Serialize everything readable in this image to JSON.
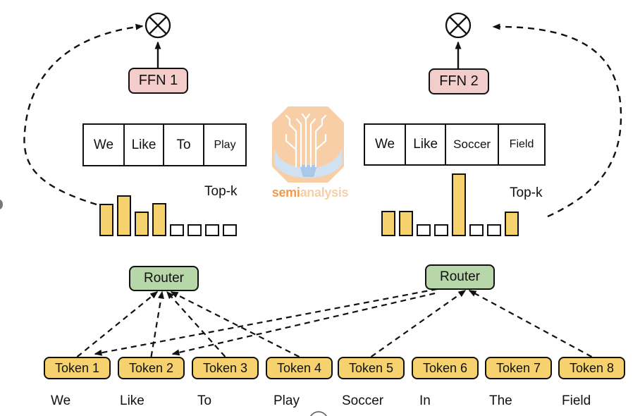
{
  "experts": [
    {
      "ffn_label": "FFN 1",
      "context_tokens": [
        "We",
        "Like",
        "To",
        "Play"
      ],
      "topk_label": "Top-k",
      "router_label": "Router",
      "gate_bars": [
        {
          "h": 46,
          "filled": true
        },
        {
          "h": 58,
          "filled": true
        },
        {
          "h": 35,
          "filled": true
        },
        {
          "h": 47,
          "filled": true
        },
        {
          "h": 17,
          "filled": false
        },
        {
          "h": 17,
          "filled": false
        },
        {
          "h": 17,
          "filled": false
        },
        {
          "h": 17,
          "filled": false
        }
      ]
    },
    {
      "ffn_label": "FFN 2",
      "context_tokens": [
        "We",
        "Like",
        "Soccer",
        "Field"
      ],
      "topk_label": "Top-k",
      "router_label": "Router",
      "gate_bars": [
        {
          "h": 36,
          "filled": true
        },
        {
          "h": 36,
          "filled": true
        },
        {
          "h": 17,
          "filled": false
        },
        {
          "h": 17,
          "filled": false
        },
        {
          "h": 89,
          "filled": true
        },
        {
          "h": 17,
          "filled": false
        },
        {
          "h": 17,
          "filled": false
        },
        {
          "h": 35,
          "filled": true
        }
      ]
    }
  ],
  "tokens": [
    {
      "label": "Token 1",
      "word": "We"
    },
    {
      "label": "Token 2",
      "word": "Like"
    },
    {
      "label": "Token 3",
      "word": "To"
    },
    {
      "label": "Token 4",
      "word": "Play"
    },
    {
      "label": "Token 5",
      "word": "Soccer"
    },
    {
      "label": "Token 6",
      "word": "In"
    },
    {
      "label": "Token 7",
      "word": "The"
    },
    {
      "label": "Token 8",
      "word": "Field"
    }
  ],
  "connections": [
    {
      "token": 1,
      "router": "left",
      "arrow_at": "router"
    },
    {
      "token": 2,
      "router": "left",
      "arrow_at": "router"
    },
    {
      "token": 3,
      "router": "left",
      "arrow_at": "router"
    },
    {
      "token": 4,
      "router": "left",
      "arrow_at": "router"
    },
    {
      "token": 1,
      "router": "right",
      "arrow_at": "token"
    },
    {
      "token": 2,
      "router": "right",
      "arrow_at": "token"
    },
    {
      "token": 5,
      "router": "right",
      "arrow_at": "router"
    },
    {
      "token": 8,
      "router": "right",
      "arrow_at": "router"
    }
  ],
  "watermark": {
    "brand_primary": "semi",
    "brand_secondary": "analysis"
  },
  "colors": {
    "outline": "#111111",
    "token_fill": "#f6d26e",
    "ffn_fill": "#f3cdca",
    "router_fill": "#b7d7a8",
    "bar_fill": "#f6d26e",
    "bar_empty": "#ffffff",
    "logo_octagon": "#f8cda4",
    "logo_blue_light": "#cfe0f2",
    "logo_blue_dark": "#a9c6e8",
    "logo_text_primary": "#ee9c4e",
    "logo_text_secondary": "#f7cfa6"
  }
}
